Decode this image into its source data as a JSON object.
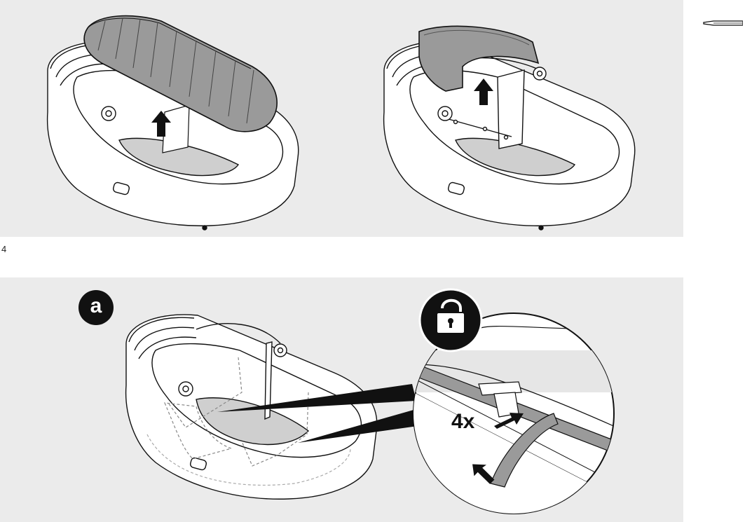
{
  "step": {
    "number": "4"
  },
  "detail": {
    "badge": "a",
    "count": "4x"
  },
  "icons": [
    "up-arrow-icon",
    "unlock-icon",
    "pull-arrow-icon"
  ],
  "colors": {
    "panel": "#ebebeb",
    "fabric": "#9a9a9a",
    "ink": "#111111"
  }
}
